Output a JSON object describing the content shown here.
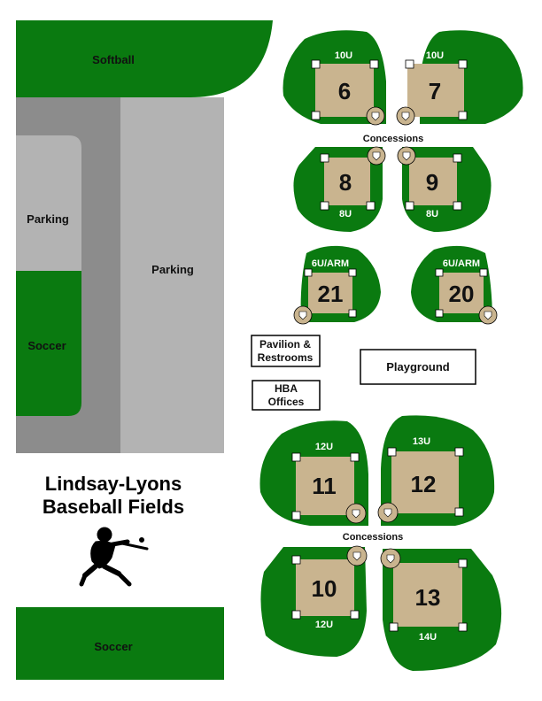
{
  "title": {
    "line1": "Lindsay-Lyons",
    "line2": "Baseball Fields"
  },
  "areas": {
    "softball": "Softball",
    "parking_inner": "Parking",
    "parking_outer": "Parking",
    "soccer_mid": "Soccer",
    "soccer_bottom": "Soccer"
  },
  "buildings": {
    "pavilion": [
      "Pavilion &",
      "Restrooms"
    ],
    "hba": [
      "HBA",
      "Offices"
    ],
    "playground": "Playground"
  },
  "concessions": {
    "top": "Concessions",
    "bottom": "Concessions"
  },
  "fields": [
    {
      "number": "6",
      "age": "10U"
    },
    {
      "number": "7",
      "age": "10U"
    },
    {
      "number": "8",
      "age": "8U"
    },
    {
      "number": "9",
      "age": "8U"
    },
    {
      "number": "21",
      "age": "6U/ARM"
    },
    {
      "number": "20",
      "age": "6U/ARM"
    },
    {
      "number": "11",
      "age": "12U"
    },
    {
      "number": "12",
      "age": "13U"
    },
    {
      "number": "10",
      "age": "12U"
    },
    {
      "number": "13",
      "age": "14U"
    }
  ],
  "colors": {
    "grass": "#0a7a10",
    "infield": "#c9b48f",
    "road": "#8c8c8c",
    "parking": "#b3b3b3",
    "base": "#ffffff"
  },
  "icons": {
    "batter": "baseball-batter-silhouette-icon"
  }
}
